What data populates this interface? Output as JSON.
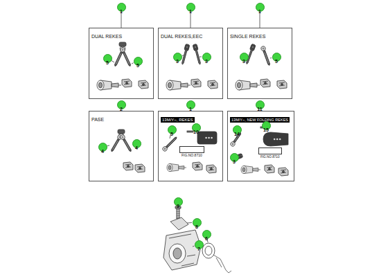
{
  "diagram": {
    "nodes": [
      {
        "text": [
          "DUAL REKES"
        ]
      },
      {
        "text": [
          "DUAL REKES,EEC"
        ]
      },
      {
        "text": [
          "SINGLE REKES"
        ]
      },
      {
        "text": [
          "PASE"
        ]
      },
      {
        "text": [
          "13M/Y~, REKES"
        ]
      },
      {
        "text": [
          "13M/Y~, NEW FOLDING REKES"
        ]
      },
      {
        "text": [
          "FIG.NO.8710"
        ],
        "in": 4
      },
      {
        "text": [
          "FIG.NO.8710"
        ],
        "in": 5
      }
    ],
    "labels": [
      "1",
      "1",
      "1",
      "5",
      "5",
      "3",
      "3",
      "3",
      "5",
      "2",
      "1",
      "11",
      "4",
      "4",
      "5",
      "10",
      "14",
      "15",
      "3",
      "9",
      "8",
      "6",
      "7"
    ]
  }
}
